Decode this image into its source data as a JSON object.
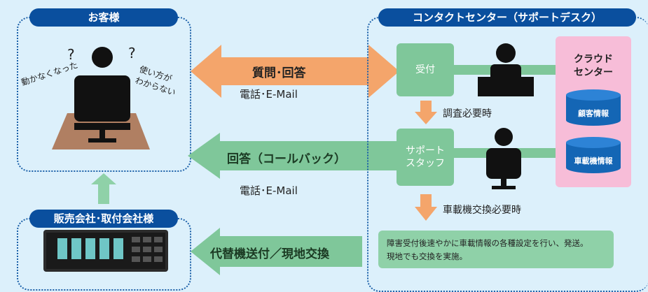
{
  "customer": {
    "title": "お客様",
    "question1": "?",
    "question2": "?",
    "thought_left": "動かなくなった",
    "thought_right_1": "使い方が",
    "thought_right_2": "わからない"
  },
  "contact_center": {
    "title": "コンタクトセンター（サポートデスク）",
    "reception": "受付",
    "support": "サポート\nスタッフ",
    "investigate": "調査必要時",
    "exchange": "車載機交換必要時",
    "note_line1": "障害受付後速やかに車載情報の各種設定を行い、発送。",
    "note_line2": "現地でも交換を実施。"
  },
  "cloud": {
    "title_line1": "クラウド",
    "title_line2": "センター",
    "db1": "顧客情報",
    "db2": "車載機情報"
  },
  "arrows": {
    "qa": "質問･回答",
    "qa_sub": "電話･E-Mail",
    "callback": "回答（コールバック）",
    "callback_sub": "電話･E-Mail",
    "replacement": "代替機送付／現地交換"
  },
  "dealer": {
    "title": "販売会社･取付会社様"
  },
  "colors": {
    "navy": "#0a4f9e",
    "green": "#7fc79a",
    "orange": "#f4a56b",
    "pink": "#f7bdd8",
    "db_blue": "#1466b5"
  }
}
